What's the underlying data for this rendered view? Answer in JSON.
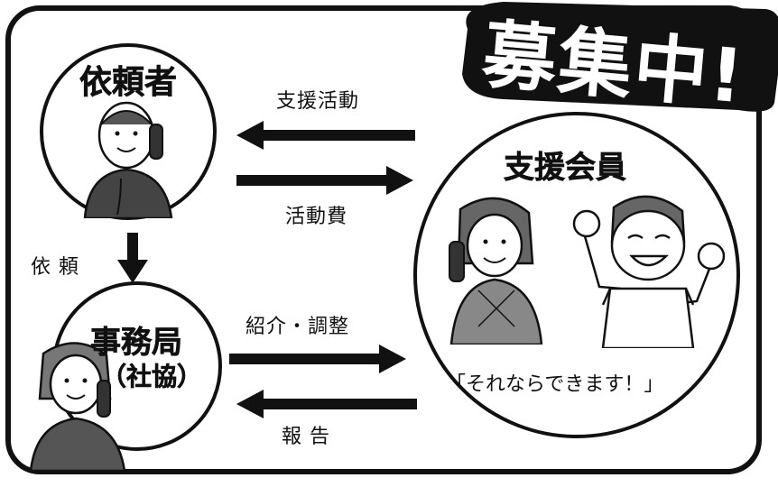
{
  "banner": {
    "text": "募集中!"
  },
  "nodes": {
    "requester": {
      "title": "依頼者"
    },
    "support_member": {
      "title": "支援会員",
      "quote": "「それならできます！」"
    },
    "office": {
      "title": "事務局",
      "subtitle": "（社協）"
    }
  },
  "edges": {
    "support_activity": "支援活動",
    "activity_fee": "活動費",
    "request": "依 頼",
    "intro_adjust": "紹介・調整",
    "report": "報 告"
  },
  "colors": {
    "ink": "#111111",
    "paper": "#ffffff"
  }
}
